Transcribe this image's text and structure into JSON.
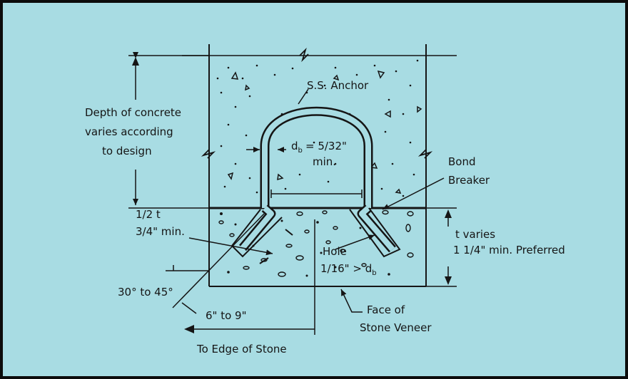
{
  "diagram": {
    "labels": {
      "anchor": "S.S. Anchor",
      "depth_1": "Depth of concrete",
      "depth_2": "varies according",
      "depth_3": "to design",
      "db_value": "= 5/32\"",
      "db_min": "min.",
      "bond_1": "Bond",
      "bond_2": "Breaker",
      "half_t_1": "1/2 t",
      "half_t_2": "3/4\" min.",
      "t_varies": "t  varies",
      "t_min": "1 1/4\" min. Preferred",
      "hole": "Hole",
      "hole_size": "1/16\" > d",
      "angle": "30° to 45°",
      "distance": "6\" to 9\"",
      "face_1": "Face of",
      "face_2": "Stone Veneer",
      "edge": "To Edge of Stone",
      "db_symbol": "d",
      "db_sub": "b"
    },
    "colors": {
      "background": "#a8dce3",
      "line": "#151515",
      "frame": "#0c0c0c"
    }
  }
}
